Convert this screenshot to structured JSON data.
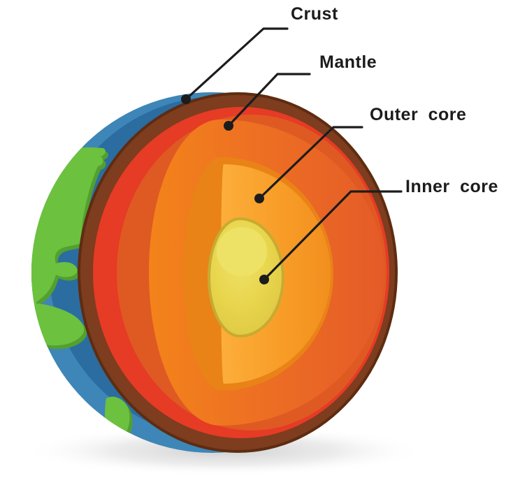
{
  "figure": {
    "type": "earth-internal-structure-cutaway-diagram",
    "background": "#ffffff",
    "labels": {
      "crust": "Crust",
      "mantle": "Mantle",
      "outer_core": "Outer core",
      "inner_core": "Inner core"
    },
    "colors": {
      "label_text": "#1c1c1c",
      "leader_line": "#1c1c1c",
      "pointer_dot": "#1c1c1c",
      "ocean_light": "#3e86b7",
      "ocean_dark": "#2b6da0",
      "land_green": "#6cc13e",
      "land_shadow_green": "#539f2f",
      "crust_outline_brown": "#5e2c11",
      "crust_brown": "#7d3d1e",
      "mantle_outer_red": "#e63b25",
      "mantle_deep_orange": "#df5a22",
      "mantle_face_light": "#f3831a",
      "mantle_face_dark": "#e55b28",
      "outer_core_back_orange": "#e98317",
      "outer_core_amber": "#f89d28",
      "inner_core_rim_olive": "#c7ab31",
      "inner_core_yellow": "#e7d44a",
      "inner_core_highlight": "#eee266",
      "ground_shadow_gray": "#9a9a9a"
    }
  }
}
